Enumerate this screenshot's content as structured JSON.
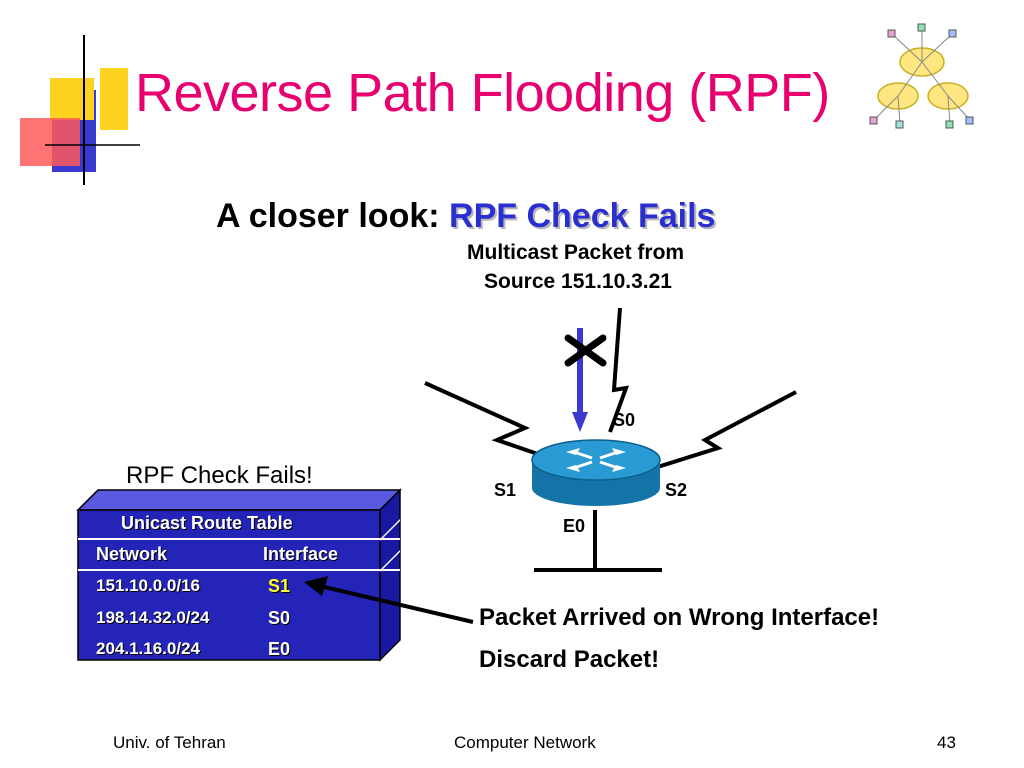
{
  "slide": {
    "title": "Reverse Path Flooding (RPF)",
    "subtitle_prefix": "A closer look: ",
    "subtitle_highlight": "RPF Check Fails"
  },
  "diagram": {
    "multicast_line1": "Multicast Packet from",
    "multicast_line2": "Source 151.10.3.21",
    "interfaces": {
      "s0": "S0",
      "s1": "S1",
      "s2": "S2",
      "e0": "E0"
    },
    "reject_mark": "X"
  },
  "route_table": {
    "caption": "RPF Check Fails!",
    "title": "Unicast Route Table",
    "headers": [
      "Network",
      "Interface"
    ],
    "rows": [
      {
        "network": "151.10.0.0/16",
        "interface": "S1",
        "highlight": true
      },
      {
        "network": "198.14.32.0/24",
        "interface": "S0",
        "highlight": false
      },
      {
        "network": "204.1.16.0/24",
        "interface": "E0",
        "highlight": false
      }
    ]
  },
  "notes": {
    "wrong_interface": "Packet Arrived on Wrong Interface!",
    "discard": "Discard Packet!"
  },
  "footer": {
    "left": "Univ. of Tehran",
    "center": "Computer Network",
    "page": "43"
  },
  "colors": {
    "title": "#e8006e",
    "highlight_text": "#2b2fcf",
    "table_blue": "#2424b8",
    "router_blue": "#1e8fc8",
    "s1_yellow": "#ffff33"
  }
}
